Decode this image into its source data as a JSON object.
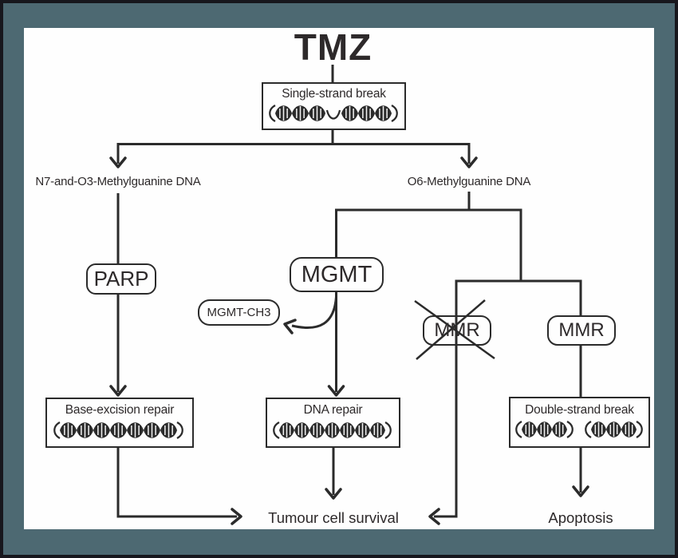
{
  "colors": {
    "frame_outer": "#17171d",
    "frame": "#4d6972",
    "canvas": "#fefefe",
    "line": "#2b2b2b",
    "text": "#2d292a"
  },
  "title": "TMZ",
  "boxes": {
    "single_strand_break": "Single-strand break",
    "base_excision_repair": "Base-excision repair",
    "dna_repair": "DNA repair",
    "double_strand_break": "Double-strand break"
  },
  "pills": {
    "parp": "PARP",
    "mgmt": "MGMT",
    "mgmt_ch3": "MGMT-CH3",
    "mmr_inactive": "MMR",
    "mmr": "MMR"
  },
  "labels": {
    "n7": "N7-and-O3-Methylguanine DNA",
    "o6": "O6-Methylguanine DNA",
    "survival": "Tumour cell survival",
    "apoptosis": "Apoptosis"
  },
  "edges": [
    {
      "from": "TMZ",
      "to": "Single-strand break"
    },
    {
      "from": "Single-strand break",
      "to": "N7-and-O3-Methylguanine DNA"
    },
    {
      "from": "Single-strand break",
      "to": "O6-Methylguanine DNA"
    },
    {
      "from": "N7-and-O3-Methylguanine DNA",
      "to": "PARP"
    },
    {
      "from": "PARP",
      "to": "Base-excision repair"
    },
    {
      "from": "Base-excision repair",
      "to": "Tumour cell survival"
    },
    {
      "from": "O6-Methylguanine DNA",
      "to": "MGMT"
    },
    {
      "from": "MGMT",
      "to": "MGMT-CH3",
      "style": "curved"
    },
    {
      "from": "MGMT",
      "to": "DNA repair"
    },
    {
      "from": "DNA repair",
      "to": "Tumour cell survival"
    },
    {
      "from": "O6-Methylguanine DNA",
      "to": "MMR (crossed out)"
    },
    {
      "from": "MMR (crossed out)",
      "to": "Tumour cell survival"
    },
    {
      "from": "O6-Methylguanine DNA",
      "to": "MMR"
    },
    {
      "from": "MMR",
      "to": "Double-strand break"
    },
    {
      "from": "Double-strand break",
      "to": "Apoptosis"
    }
  ]
}
